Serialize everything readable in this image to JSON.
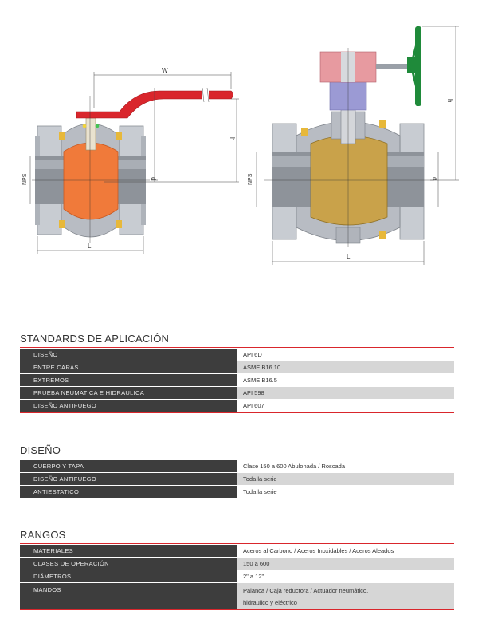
{
  "diagrams": {
    "left": {
      "w_label": "W",
      "h_label": "h",
      "nps_label": "NPS",
      "d_label": "d",
      "l_label": "L"
    },
    "right": {
      "h_label": "h",
      "nps_label": "NPS",
      "d_label": "d",
      "l_label": "L"
    }
  },
  "sections": [
    {
      "title": "STANDARDS DE APLICACIÓN",
      "rows": [
        {
          "label": "DISEÑO",
          "value": "API 6D"
        },
        {
          "label": "ENTRE CARAS",
          "value": "ASME B16.10"
        },
        {
          "label": "EXTREMOS",
          "value": "ASME B16.5"
        },
        {
          "label": "PRUEBA NEUMATICA E HIDRAULICA",
          "value": "API 598"
        },
        {
          "label": "DISEÑO ANTIFUEGO",
          "value": "API 607"
        }
      ]
    },
    {
      "title": "DISEÑO",
      "rows": [
        {
          "label": "CUERPO Y TAPA",
          "value": "Clase 150 a 600 Abulonada / Roscada"
        },
        {
          "label": "DISEÑO ANTIFUEGO",
          "value": "Toda la serie"
        },
        {
          "label": "ANTIESTATICO",
          "value": "Toda la serie"
        }
      ]
    },
    {
      "title": "RANGOS",
      "rows": [
        {
          "label": "MATERIALES",
          "value": "Aceros al Carbono / Aceros Inoxidables / Aceros Aleados"
        },
        {
          "label": "CLASES DE OPERACIÓN",
          "value": "150 a 600"
        },
        {
          "label": "DIÁMETROS",
          "value": "2\" a 12\""
        },
        {
          "label": "MANDOS",
          "value": "Palanca / Caja reductora / Actuador neumático,",
          "value2": "hidraulico y eléctrico"
        }
      ]
    }
  ],
  "colors": {
    "accent": "#d9262c",
    "label_bg": "#3d3d3d",
    "stripe": "#d6d6d6",
    "handle": "#d9262c",
    "handwheel": "#1f8a3a",
    "ball_left": "#f07a3a",
    "ball_right": "#c9a24a"
  }
}
